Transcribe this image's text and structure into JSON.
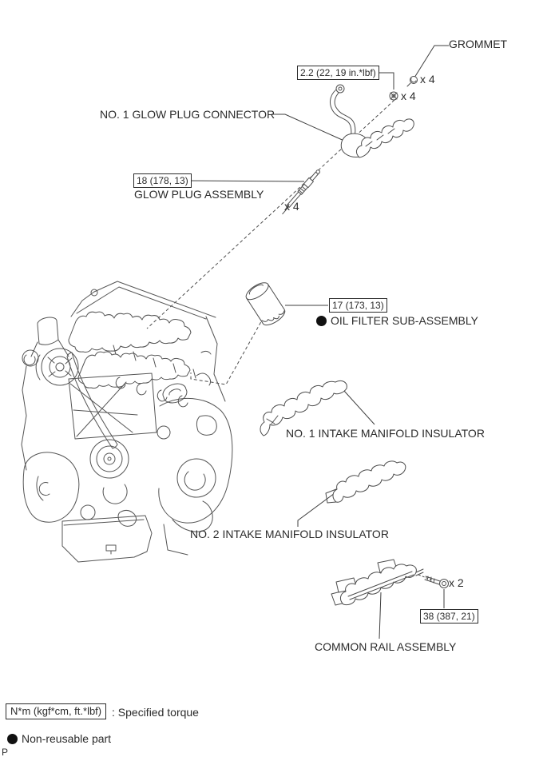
{
  "doc_type": "engine-parts-exploded-diagram",
  "labels": {
    "grommet": "GROMMET",
    "glow_plug_connector": "NO. 1 GLOW PLUG CONNECTOR",
    "glow_plug_assembly": "GLOW PLUG ASSEMBLY",
    "oil_filter": "OIL FILTER SUB-ASSEMBLY",
    "intake_insulator_1": "NO. 1 INTAKE MANIFOLD INSULATOR",
    "intake_insulator_2": "NO. 2 INTAKE MANIFOLD INSULATOR",
    "common_rail": "COMMON RAIL ASSEMBLY"
  },
  "torques": {
    "glow_plug_connector_nut": "2.2 (22, 19 in.*lbf)",
    "glow_plug": "18 (178, 13)",
    "oil_filter": "17 (173, 13)",
    "common_rail_bolt": "38 (387, 21)"
  },
  "quantities": {
    "grommet": "x 4",
    "connector_nut": "x 4",
    "glow_plug": "x 4",
    "rail_bolt": "x 2"
  },
  "icons": {
    "non_reusable": "filled-circle"
  },
  "legend": {
    "torque_box": "N*m (kgf*cm, ft.*lbf)",
    "torque_meaning": ": Specified torque",
    "non_reusable_meaning": "Non-reusable part"
  },
  "footer": {
    "page_marker": "P"
  }
}
